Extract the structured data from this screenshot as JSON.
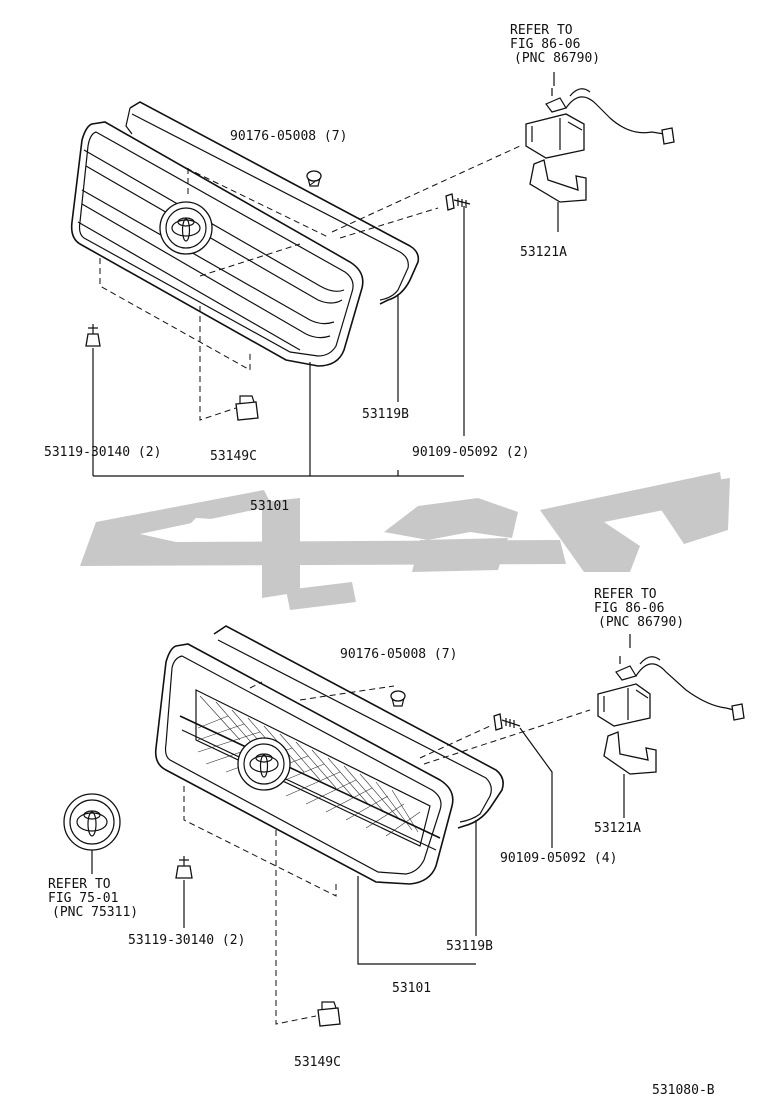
{
  "colors": {
    "ink": "#111111",
    "watermark": "#c8c8c8",
    "background": "#ffffff"
  },
  "watermark": {
    "name": "brand-watermark"
  },
  "top": {
    "refer_ecu": [
      "REFER TO",
      "FIG 86-06",
      "(PNC 86790)"
    ],
    "labels": {
      "screw_clip": "90176-05008 (7)",
      "bracket": "53121A",
      "clip_left": "53119-30140 (2)",
      "retainer": "53149C",
      "seal": "53119B",
      "screw": "90109-05092 (2)",
      "grille_assy": "53101"
    }
  },
  "bottom": {
    "refer_ecu": [
      "REFER TO",
      "FIG 86-06",
      "(PNC 86790)"
    ],
    "refer_emblem": [
      "REFER TO",
      "FIG 75-01",
      "(PNC 75311)"
    ],
    "labels": {
      "screw_clip": "90176-05008 (7)",
      "bracket": "53121A",
      "screw": "90109-05092 (4)",
      "clip_left": "53119-30140 (2)",
      "seal": "53119B",
      "grille_assy": "53101",
      "retainer": "53149C"
    }
  },
  "figure_code": "531080-B"
}
